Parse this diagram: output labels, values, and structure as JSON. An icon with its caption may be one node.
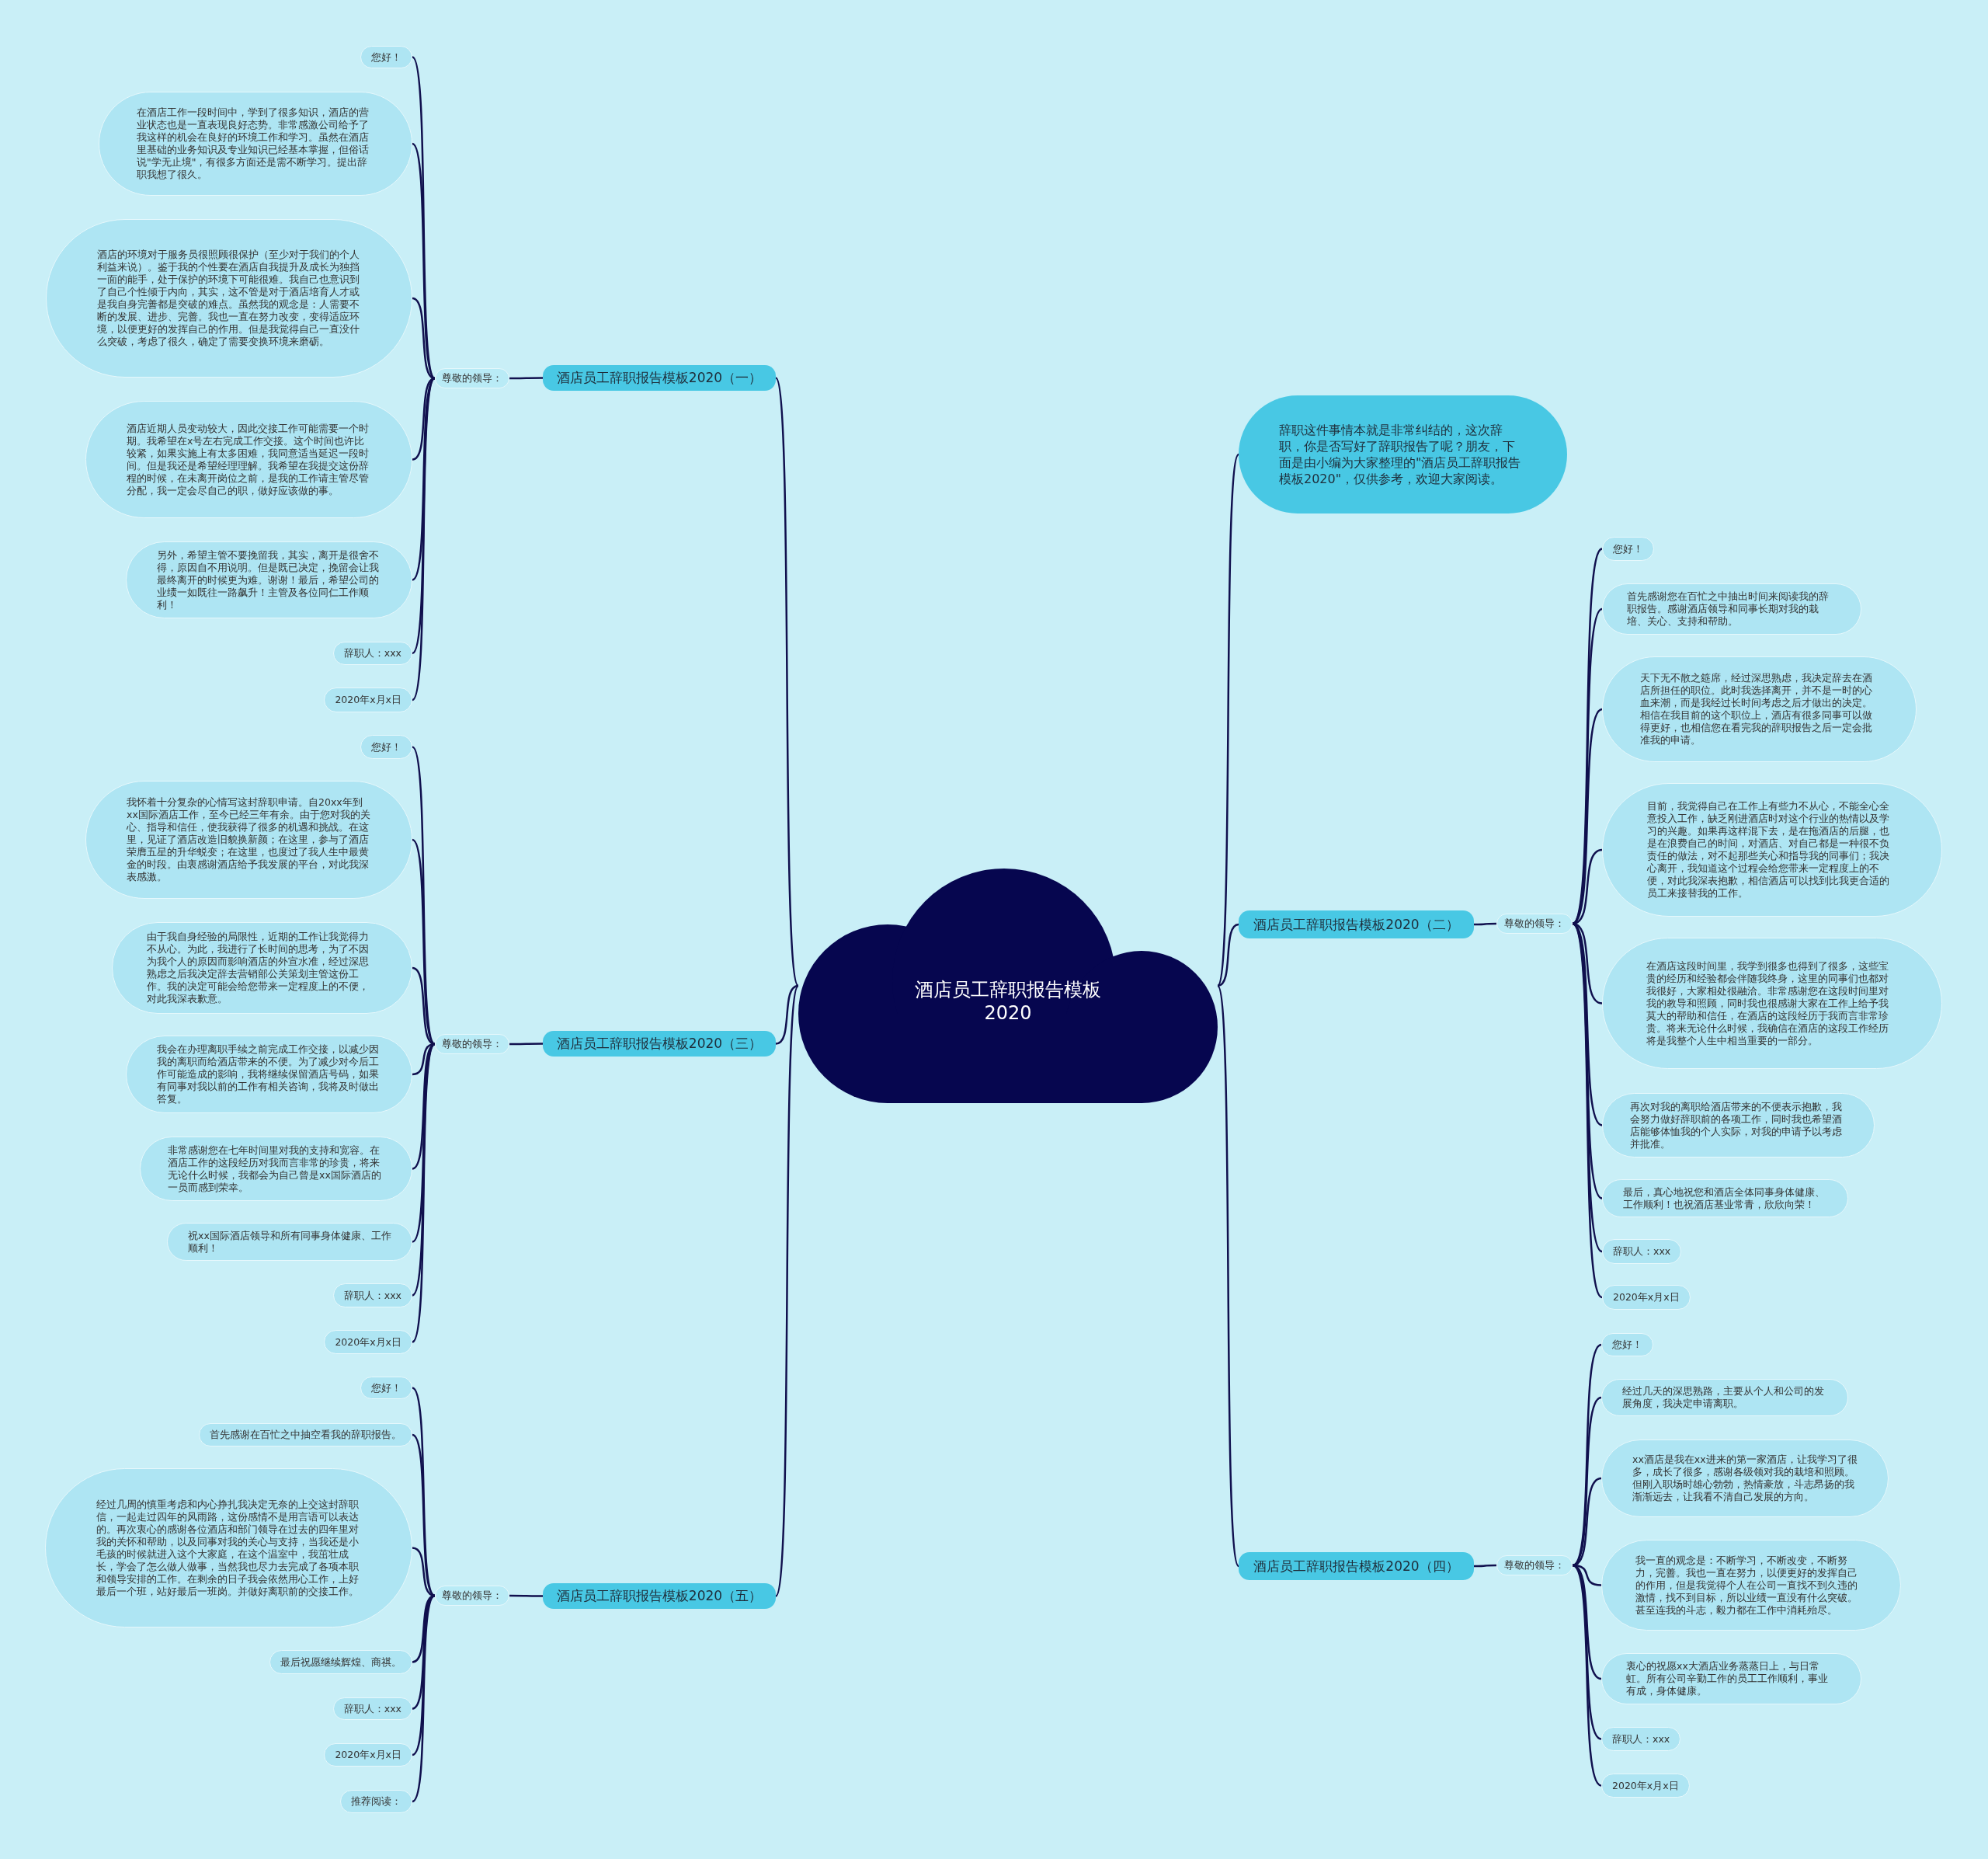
{
  "diagram": {
    "nodes": [
      {
        "text": [
          "酒店员工辞职报告模板2020"
        ]
      },
      {
        "text": [
          "酒店员工辞职报告模板2020（一）"
        ]
      },
      {
        "text": [
          "尊敬的领导："
        ]
      },
      {
        "text": [
          "您好！"
        ]
      },
      {
        "text": [
          "在酒店工作一段时间中，学到了很多知识，酒店的营业状态也是一直表现良好态势。非常感激公司给予了我这样的机会在良好的环境工作和学习。虽然在酒店里基础的业务知识及专业知识已经基本掌握，但俗话说\"学无止境\"，有很多方面还是需不断学习。提出辞职我想了很久。"
        ]
      },
      {
        "text": [
          "酒店的环境对于服务员很照顾很保护（至少对于我们的个人利益来说）。鉴于我的个性要在酒店自我提升及成长为独挡一面的能手，处于保护的环境下可能很难。我自己也意识到了自己个性倾于内向，其实，这不管是对于酒店培育人才或是我自身完善都是突破的难点。虽然我的观念是：人需要不断的发展、进步、完善。我也一直在努力改变，变得适应环境，以便更好的发挥自己的作用。但是我觉得自己一直没什么突破，考虑了很久，确定了需要变换环境来磨砺。"
        ]
      },
      {
        "text": [
          "酒店近期人员变动较大，因此交接工作可能需要一个时期。我希望在x号左右完成工作交接。这个时间也许比较紧，如果实施上有太多困难，我同意适当延迟一段时间。但是我还是希望经理理解。我希望在我提交这份辞程的时候，在未离开岗位之前，是我的工作请主管尽管分配，我一定会尽自己的职，做好应该做的事。"
        ]
      },
      {
        "text": [
          "另外，希望主管不要挽留我，其实，离开是很舍不得，原因自不用说明。但是既已决定，挽留会让我最终离开的时候更为难。谢谢！最后，希望公司的业绩一如既往一路飙升！主管及各位同仁工作顺利！"
        ]
      },
      {
        "text": [
          "辞职人：xxx"
        ]
      },
      {
        "text": [
          "2020年x月x日"
        ]
      },
      {
        "text": [
          "辞职这件事情本就是非常纠结的，这次辞职，你是否写好了辞职报告了呢？朋友，下面是由小编为大家整理的\"酒店员工辞职报告模板2020\"，仅供参考，欢迎大家阅读。"
        ]
      },
      {
        "text": [
          "酒店员工辞职报告模板2020（二）"
        ]
      },
      {
        "text": [
          "尊敬的领导："
        ]
      },
      {
        "text": [
          "您好！"
        ]
      },
      {
        "text": [
          "首先感谢您在百忙之中抽出时间来阅读我的辞职报告。感谢酒店领导和同事长期对我的栽培、关心、支持和帮助。"
        ]
      },
      {
        "text": [
          "天下无不散之筵席，经过深思熟虑，我决定辞去在酒店所担任的职位。此时我选择离开，并不是一时的心血来潮，而是我经过长时间考虑之后才做出的决定。相信在我目前的这个职位上，酒店有很多同事可以做得更好，也相信您在看完我的辞职报告之后一定会批准我的申请。"
        ]
      },
      {
        "text": [
          "目前，我觉得自己在工作上有些力不从心，不能全心全意投入工作，缺乏刚进酒店时对这个行业的热情以及学习的兴趣。如果再这样混下去，是在拖酒店的后腿，也是在浪费自己的时间，对酒店、对自己都是一种很不负责任的做法，对不起那些关心和指导我的同事们；我决心离开，我知道这个过程会给您带来一定程度上的不便，对此我深表抱歉，相信酒店可以找到比我更合适的员工来接替我的工作。"
        ]
      },
      {
        "text": [
          "在酒店这段时间里，我学到很多也得到了很多，这些宝贵的经历和经验都会伴随我终身，这里的同事们也都对我很好，大家相处很融洽。非常感谢您在这段时间里对我的教导和照顾，同时我也很感谢大家在工作上给予我莫大的帮助和信任，在酒店的这段经历于我而言非常珍贵。将来无论什么时候，我确信在酒店的这段工作经历将是我整个人生中相当重要的一部分。"
        ]
      },
      {
        "text": [
          "再次对我的离职给酒店带来的不便表示抱歉，我会努力做好辞职前的各项工作，同时我也希望酒店能够体恤我的个人实际，对我的申请予以考虑并批准。"
        ]
      },
      {
        "text": [
          "最后，真心地祝您和酒店全体同事身体健康、工作顺利！也祝酒店基业常青，欣欣向荣！"
        ]
      },
      {
        "text": [
          "辞职人：xxx"
        ]
      },
      {
        "text": [
          "2020年x月x日"
        ]
      },
      {
        "text": [
          "酒店员工辞职报告模板2020（三）"
        ]
      },
      {
        "text": [
          "尊敬的领导："
        ]
      },
      {
        "text": [
          "您好！"
        ]
      },
      {
        "text": [
          "我怀着十分复杂的心情写这封辞职申请。自20xx年到xx国际酒店工作，至今已经三年有余。由于您对我的关心、指导和信任，使我获得了很多的机遇和挑战。在这里，见证了酒店改造旧貌换新颜；在这里，参与了酒店荣膺五星的升华蜕变；在这里，也度过了我人生中最黄金的时段。由衷感谢酒店给予我发展的平台，对此我深表感激。"
        ]
      },
      {
        "text": [
          "由于我自身经验的局限性，近期的工作让我觉得力不从心。为此，我进行了长时间的思考，为了不因为我个人的原因而影响酒店的外宣水准，经过深思熟虑之后我决定辞去营销部公关策划主管这份工作。我的决定可能会给您带来一定程度上的不便，对此我深表歉意。"
        ]
      },
      {
        "text": [
          "我会在办理离职手续之前完成工作交接，以减少因我的离职而给酒店带来的不便。为了减少对今后工作可能造成的影响，我将继续保留酒店号码，如果有同事对我以前的工作有相关咨询，我将及时做出答复。"
        ]
      },
      {
        "text": [
          "非常感谢您在七年时间里对我的支持和宽容。在酒店工作的这段经历对我而言非常的珍贵，将来无论什么时候，我都会为自己曾是xx国际酒店的一员而感到荣幸。"
        ]
      },
      {
        "text": [
          "祝xx国际酒店领导和所有同事身体健康、工作顺利！"
        ]
      },
      {
        "text": [
          "辞职人：xxx"
        ]
      },
      {
        "text": [
          "2020年x月x日"
        ]
      },
      {
        "text": [
          "酒店员工辞职报告模板2020（四）"
        ]
      },
      {
        "text": [
          "尊敬的领导："
        ]
      },
      {
        "text": [
          "您好！"
        ]
      },
      {
        "text": [
          "经过几天的深思熟路，主要从个人和公司的发展角度，我决定申请离职。"
        ]
      },
      {
        "text": [
          "xx酒店是我在xx进来的第一家酒店，让我学习了很多，成长了很多，感谢各级领对我的栽培和照顾。但刚入职场时雄心勃勃，热情豪放，斗志昂扬的我渐渐远去，让我看不清自己发展的方向。"
        ]
      },
      {
        "text": [
          "我一直的观念是：不断学习，不断改变，不断努力，完善。我也一直在努力，以便更好的发挥自己的作用，但是我觉得个人在公司一直找不到久违的激情，找不到目标，所以业绩一直没有什么突破。甚至连我的斗志，毅力都在工作中消耗殆尽。"
        ]
      },
      {
        "text": [
          "衷心的祝愿xx大酒店业务蒸蒸日上，与日常虹。所有公司辛勤工作的员工工作顺利，事业有成，身体健康。"
        ]
      },
      {
        "text": [
          "辞职人：xxx"
        ]
      },
      {
        "text": [
          "2020年x月x日"
        ]
      },
      {
        "text": [
          "酒店员工辞职报告模板2020（五）"
        ]
      },
      {
        "text": [
          "尊敬的领导："
        ]
      },
      {
        "text": [
          "您好！"
        ]
      },
      {
        "text": [
          "首先感谢在百忙之中抽空看我的辞职报告。"
        ]
      },
      {
        "text": [
          "经过几周的慎重考虑和内心挣扎我决定无奈的上交这封辞职信，一起走过四年的风雨路，这份感情不是用言语可以表达的。再次衷心的感谢各位酒店和部门领导在过去的四年里对我的关怀和帮助，以及同事对我的关心与支持，当我还是小毛孩的时候就进入这个大家庭，在这个温室中，我茁壮成长，学会了怎么做人做事，当然我也尽力去完成了各项本职和领导安排的工作。在剩余的日子我会依然用心工作，上好最后一个班，站好最后一班岗。并做好离职前的交接工作。"
        ]
      },
      {
        "text": [
          "最后祝愿继续辉煌、商祺。"
        ]
      },
      {
        "text": [
          "辞职人：xxx"
        ]
      },
      {
        "text": [
          "2020年x月x日"
        ]
      },
      {
        "text": [
          "推荐阅读："
        ]
      }
    ],
    "edges": [
      {
        "from": 0,
        "to": 1,
        "arrow": "none"
      },
      {
        "from": 0,
        "to": 10,
        "arrow": "none"
      },
      {
        "from": 0,
        "to": 11,
        "arrow": "none"
      },
      {
        "from": 0,
        "to": 22,
        "arrow": "none"
      },
      {
        "from": 0,
        "to": 32,
        "arrow": "none"
      },
      {
        "from": 0,
        "to": 41,
        "arrow": "none"
      },
      {
        "from": 1,
        "to": 2,
        "arrow": "none"
      },
      {
        "from": 2,
        "to": 3,
        "arrow": "none"
      },
      {
        "from": 2,
        "to": 4,
        "arrow": "none"
      },
      {
        "from": 2,
        "to": 5,
        "arrow": "none"
      },
      {
        "from": 2,
        "to": 6,
        "arrow": "none"
      },
      {
        "from": 2,
        "to": 7,
        "arrow": "none"
      },
      {
        "from": 2,
        "to": 8,
        "arrow": "none"
      },
      {
        "from": 2,
        "to": 9,
        "arrow": "none"
      },
      {
        "from": 11,
        "to": 12,
        "arrow": "none"
      },
      {
        "from": 12,
        "to": 13,
        "arrow": "none"
      },
      {
        "from": 12,
        "to": 14,
        "arrow": "none"
      },
      {
        "from": 12,
        "to": 15,
        "arrow": "none"
      },
      {
        "from": 12,
        "to": 16,
        "arrow": "none"
      },
      {
        "from": 12,
        "to": 17,
        "arrow": "none"
      },
      {
        "from": 12,
        "to": 18,
        "arrow": "none"
      },
      {
        "from": 12,
        "to": 19,
        "arrow": "none"
      },
      {
        "from": 12,
        "to": 20,
        "arrow": "none"
      },
      {
        "from": 12,
        "to": 21,
        "arrow": "none"
      },
      {
        "from": 22,
        "to": 23,
        "arrow": "none"
      },
      {
        "from": 23,
        "to": 24,
        "arrow": "none"
      },
      {
        "from": 23,
        "to": 25,
        "arrow": "none"
      },
      {
        "from": 23,
        "to": 26,
        "arrow": "none"
      },
      {
        "from": 23,
        "to": 27,
        "arrow": "none"
      },
      {
        "from": 23,
        "to": 28,
        "arrow": "none"
      },
      {
        "from": 23,
        "to": 29,
        "arrow": "none"
      },
      {
        "from": 23,
        "to": 30,
        "arrow": "none"
      },
      {
        "from": 23,
        "to": 31,
        "arrow": "none"
      },
      {
        "from": 32,
        "to": 33,
        "arrow": "none"
      },
      {
        "from": 33,
        "to": 34,
        "arrow": "none"
      },
      {
        "from": 33,
        "to": 35,
        "arrow": "none"
      },
      {
        "from": 33,
        "to": 36,
        "arrow": "none"
      },
      {
        "from": 33,
        "to": 37,
        "arrow": "none"
      },
      {
        "from": 33,
        "to": 38,
        "arrow": "none"
      },
      {
        "from": 33,
        "to": 39,
        "arrow": "none"
      },
      {
        "from": 33,
        "to": 40,
        "arrow": "none"
      },
      {
        "from": 41,
        "to": 42,
        "arrow": "none"
      },
      {
        "from": 42,
        "to": 43,
        "arrow": "none"
      },
      {
        "from": 42,
        "to": 44,
        "arrow": "none"
      },
      {
        "from": 42,
        "to": 45,
        "arrow": "none"
      },
      {
        "from": 42,
        "to": 46,
        "arrow": "none"
      },
      {
        "from": 42,
        "to": 47,
        "arrow": "none"
      },
      {
        "from": 42,
        "to": 48,
        "arrow": "none"
      },
      {
        "from": 42,
        "to": 49,
        "arrow": "none"
      }
    ]
  }
}
